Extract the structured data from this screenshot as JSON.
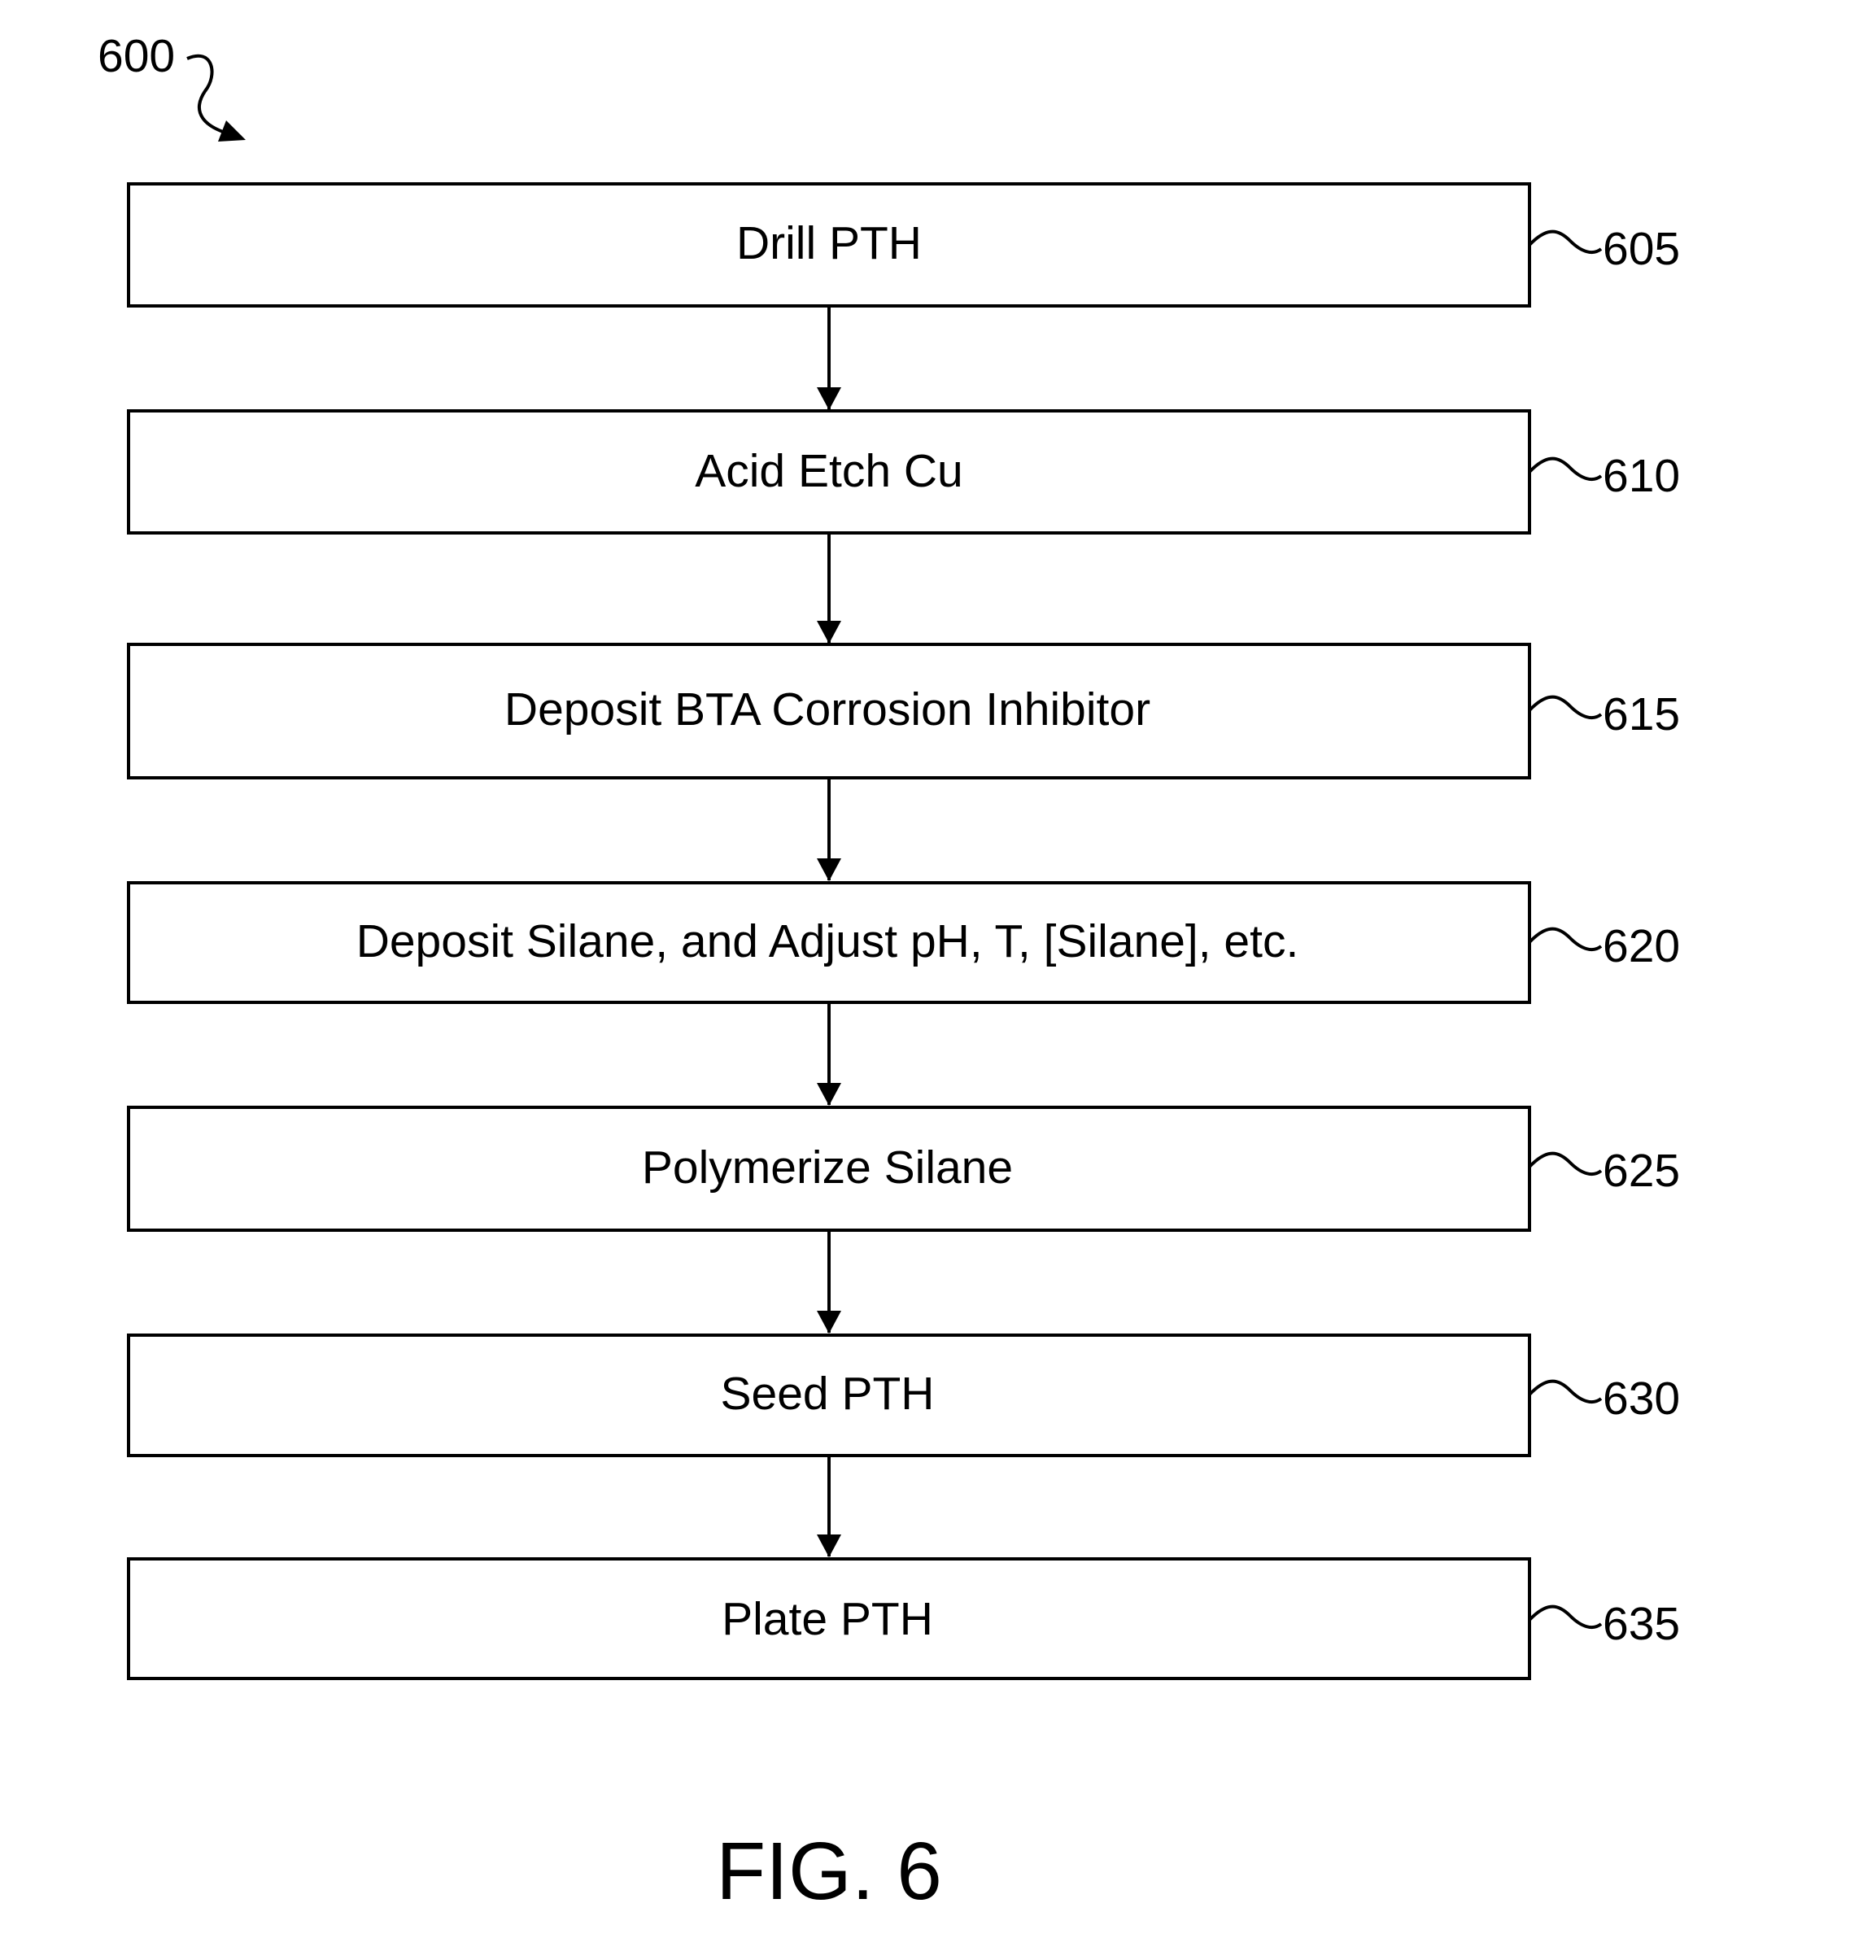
{
  "diagram": {
    "figure_ref": "600",
    "figure_caption": "FIG. 6",
    "steps": [
      {
        "label": "Drill PTH",
        "ref": "605"
      },
      {
        "label": "Acid Etch Cu",
        "ref": "610"
      },
      {
        "label": "Deposit BTA Corrosion Inhibitor",
        "ref": "615"
      },
      {
        "label": "Deposit Silane, and Adjust pH, T, [Silane], etc.",
        "ref": "620"
      },
      {
        "label": "Polymerize Silane",
        "ref": "625"
      },
      {
        "label": "Seed PTH",
        "ref": "630"
      },
      {
        "label": "Plate PTH",
        "ref": "635"
      }
    ]
  }
}
